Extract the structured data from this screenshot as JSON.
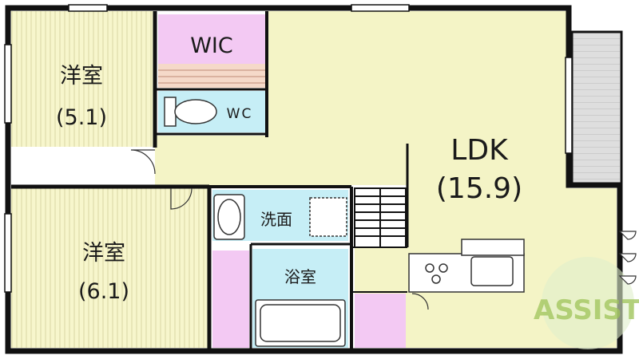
{
  "rooms": {
    "western_room_1": {
      "name": "洋室",
      "size": "(5.1)"
    },
    "western_room_2": {
      "name": "洋室",
      "size": "(6.1)"
    },
    "walk_in_closet": {
      "name": "WIC"
    },
    "toilet": {
      "name": "WC"
    },
    "ldk": {
      "name": "LDK",
      "size": "(15.9)"
    },
    "washroom": {
      "name": "洗面"
    },
    "bathroom": {
      "name": "浴室"
    }
  },
  "watermark": {
    "text": "ASSIST"
  },
  "colors": {
    "western_floor": "#f7f6cc",
    "ldk_floor": "#f4f4c6",
    "storage": "#f3c9f3",
    "wet_area": "#c6eef6",
    "balcony": "#e0e0e0",
    "wall": "#111111",
    "logo": "#9fc45a"
  }
}
